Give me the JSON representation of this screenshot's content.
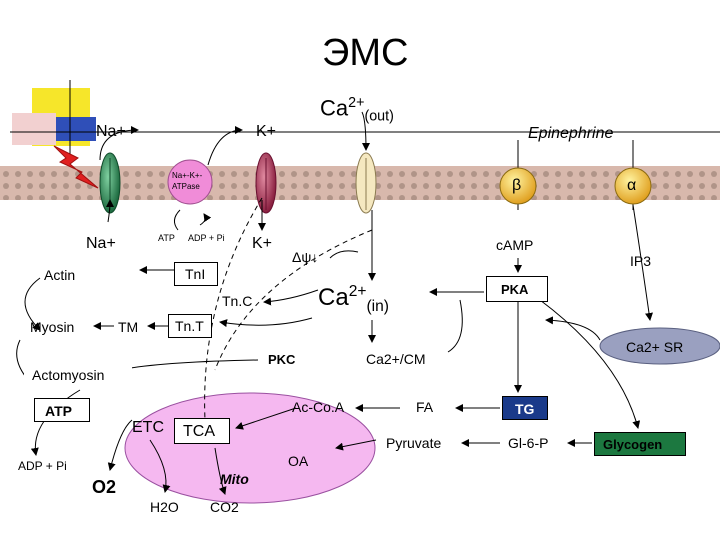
{
  "title": "ЭМС",
  "ca_out": {
    "base": "Ca",
    "sup": "2+",
    "sub": "(out)"
  },
  "membrane_top": {
    "na": "Na+",
    "k": "K+",
    "epinephrine": "Epinephrine"
  },
  "pump": {
    "line1": "Na+-K+-",
    "line2": "ATPase",
    "atp": "ATP",
    "adp_pi": "ADP + Pi"
  },
  "receptors": {
    "beta": "β",
    "alpha": "α"
  },
  "membrane_bottom": {
    "na": "Na+",
    "k": "K+",
    "delta_psi": "Δψ↓",
    "camp": "cAMP",
    "ip3": "IP3"
  },
  "contractile": {
    "actin": "Actin",
    "myosin": "Myosin",
    "tm": "TM",
    "tni": "TnI",
    "tnc": "Tn.C",
    "tnt": "Tn.T",
    "actomyosin": "Actomyosin"
  },
  "ca_in": {
    "base": "Ca",
    "sup": "2+",
    "sub": "(in)"
  },
  "pka": "PKA",
  "sr": "Ca2+  SR",
  "pkc": "PKC",
  "ca_cm": "Ca2+/CM",
  "metabolism": {
    "atp": "ATP",
    "adp_pi": "ADP + Pi",
    "o2": "O2",
    "etc": "ETC",
    "tca": "TCA",
    "acetyl_coa": "Ac-Co.A",
    "fa": "FA",
    "pyruvate": "Pyruvate",
    "oa": "OA",
    "mito": "Mito",
    "h2o": "H2O",
    "co2": "CO2",
    "tg": "TG",
    "g6p": "Gl-6-P",
    "glycogen": "Glycogen"
  },
  "colors": {
    "membrane": "#d8b8ac",
    "green_channel": "#2e8b57",
    "red_channel": "#b03050",
    "cream_channel": "#f5e8c0",
    "receptor": "#f0c850",
    "pump": "#f08cd8",
    "mito": "#f5b8f0",
    "sr": "#9aa0c0",
    "tg_fill": "#1a3a8a",
    "glycogen_fill": "#1c7840",
    "deco_yellow": "#f6e62a",
    "deco_blue": "#2f4fb8"
  }
}
